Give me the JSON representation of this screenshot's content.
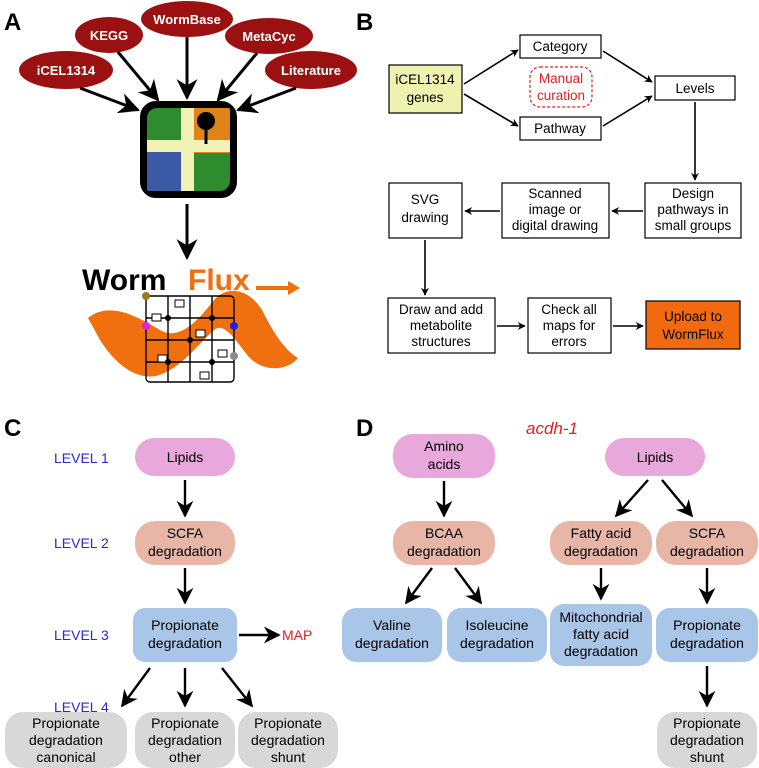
{
  "panels": {
    "a": "A",
    "b": "B",
    "c": "C",
    "d": "D"
  },
  "panel_a": {
    "sources": [
      "iCEL1314",
      "KEGG",
      "WormBase",
      "MetaCyc",
      "Literature"
    ],
    "logo_worm": "Worm",
    "logo_flux": "Flux",
    "colors": {
      "source_fill": "#9b1111",
      "map_green": "#2e8b2e",
      "map_blue": "#3a5aa8",
      "map_orange": "#e0841a",
      "map_road": "#f0f2b6",
      "logo_orange": "#f07010"
    }
  },
  "panel_b": {
    "genes": [
      "iCEL1314",
      "genes"
    ],
    "category": "Category",
    "pathway": "Pathway",
    "manual": [
      "Manual",
      "curation"
    ],
    "levels": "Levels",
    "design": [
      "Design",
      "pathways in",
      "small groups"
    ],
    "scanned": [
      "Scanned",
      "image or",
      "digital drawing"
    ],
    "svg": [
      "SVG",
      "drawing"
    ],
    "draw": [
      "Draw and add",
      "metabolite",
      "structures"
    ],
    "check": [
      "Check all",
      "maps for",
      "errors"
    ],
    "upload": [
      "Upload to",
      "WormFlux"
    ],
    "colors": {
      "genes_fill": "#eef2b0",
      "upload_fill": "#f26a0f",
      "manual_color": "#e02020"
    }
  },
  "panel_c": {
    "levels": [
      "LEVEL 1",
      "LEVEL 2",
      "LEVEL 3",
      "LEVEL 4"
    ],
    "lipids": "Lipids",
    "scfa": [
      "SCFA",
      "degradation"
    ],
    "propionate": [
      "Propionate",
      "degradation"
    ],
    "map": "MAP",
    "canonical": [
      "Propionate",
      "degradation",
      "canonical"
    ],
    "other": [
      "Propionate",
      "degradation",
      "other"
    ],
    "shunt": [
      "Propionate",
      "degradation",
      "shunt"
    ],
    "colors": {
      "level1": "#e8a8dc",
      "level2": "#e8b6a6",
      "level3": "#a9c6e8",
      "level4": "#d8d8d8",
      "level_label": "#2a2ad0",
      "map_label": "#e02020"
    }
  },
  "panel_d": {
    "gene": "acdh-1",
    "amino": [
      "Amino",
      "acids"
    ],
    "lipids": "Lipids",
    "bcaa": [
      "BCAA",
      "degradation"
    ],
    "fatty": [
      "Fatty acid",
      "degradation"
    ],
    "scfa": [
      "SCFA",
      "degradation"
    ],
    "valine": [
      "Valine",
      "degradation"
    ],
    "isoleucine": [
      "Isoleucine",
      "degradation"
    ],
    "mito": [
      "Mitochondrial",
      "fatty acid",
      "degradation"
    ],
    "propionate": [
      "Propionate",
      "degradation"
    ],
    "shunt": [
      "Propionate",
      "degradation",
      "shunt"
    ],
    "colors": {
      "gene_label": "#e02020"
    }
  }
}
